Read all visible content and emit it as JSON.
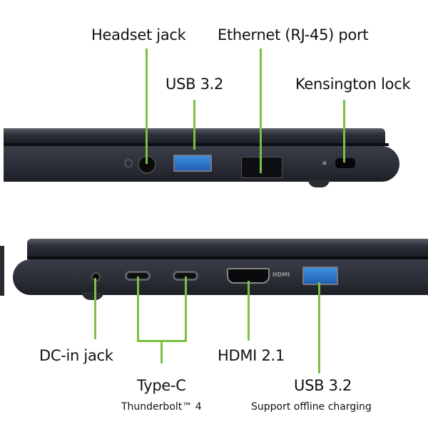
{
  "top_view": {
    "headset_jack": "Headset jack",
    "ethernet": "Ethernet (RJ-45) port",
    "usb": "USB 3.2",
    "kensington": "Kensington lock"
  },
  "bottom_view": {
    "dc_in": "DC-in jack",
    "type_c": "Type-C",
    "type_c_sub": "Thunderbolt™ 4",
    "hdmi": "HDMI 2.1",
    "hdmi_port_marking": "HDMI",
    "usb": "USB 3.2",
    "usb_sub": "Support offline charging"
  },
  "colors": {
    "callout": "#7cc142",
    "usb_port": "#2f78d0",
    "chassis": "#2a2d36"
  }
}
